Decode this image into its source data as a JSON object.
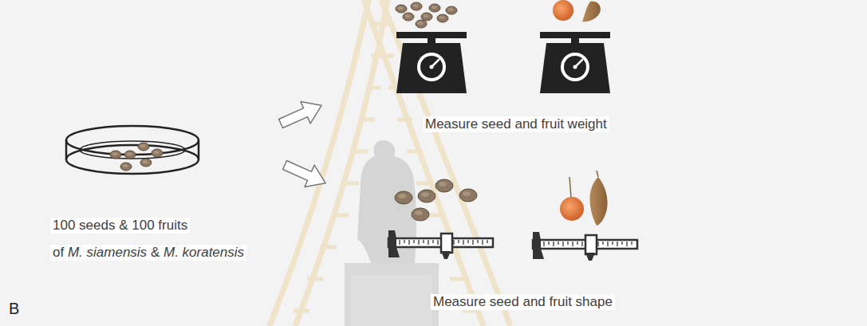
{
  "diagram": {
    "labels": [
      "100 seeds & 100 fruits",
      "of",
      "M. siamensis",
      "&",
      "M. koratensis",
      "Measure seed and fruit weight",
      "Measure seed and fruit shape",
      "B"
    ]
  }
}
